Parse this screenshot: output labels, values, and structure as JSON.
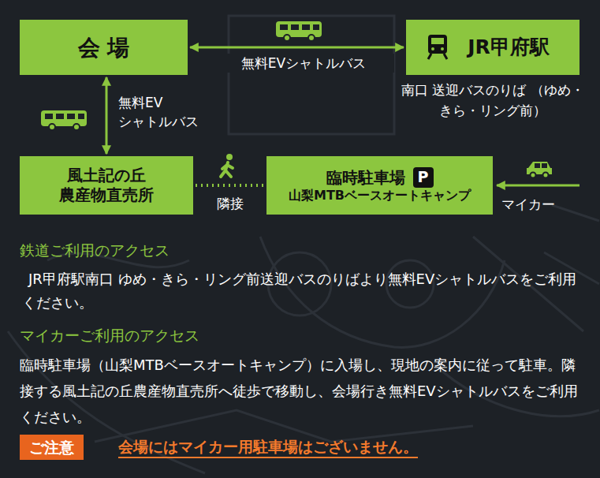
{
  "diagram": {
    "nodes": [
      {
        "text": [
          "会 場"
        ]
      },
      {
        "text": [
          "JR甲府駅",
          "南口 送迎バスのりば （ゆめ・きら・リング前）"
        ]
      },
      {
        "text": [
          "風土記の丘 農産物直売所"
        ]
      },
      {
        "text": [
          "臨時駐車場",
          "P",
          "山梨MTBベースオートキャンプ"
        ]
      }
    ],
    "edges": [
      {
        "from": 0,
        "to": 1,
        "arrow": "both",
        "label": "無料EVシャトルバス"
      },
      {
        "from": 0,
        "to": 2,
        "arrow": "both",
        "label": "無料EV シャトルバス"
      },
      {
        "from": 2,
        "to": 3,
        "arrow": "none",
        "label": "隣接"
      }
    ],
    "labels": [
      "マイカー",
      "鉄道ご利用のアクセス",
      "JR甲府駅南口 ゆめ・きら・リング前送迎バスのりばより無料EVシャトルバスをご利用ください。",
      "マイカーご利用のアクセス",
      "臨時駐車場（山梨MTBベースオートキャンプ）に入場し、現地の案内に従って駐車。隣接する風土記の丘農産物直売所へ徒歩で移動し、会場行き無料EVシャトルバスをご利用ください。",
      "ご注意",
      "会場にはマイカー用駐車場はございません。"
    ]
  }
}
